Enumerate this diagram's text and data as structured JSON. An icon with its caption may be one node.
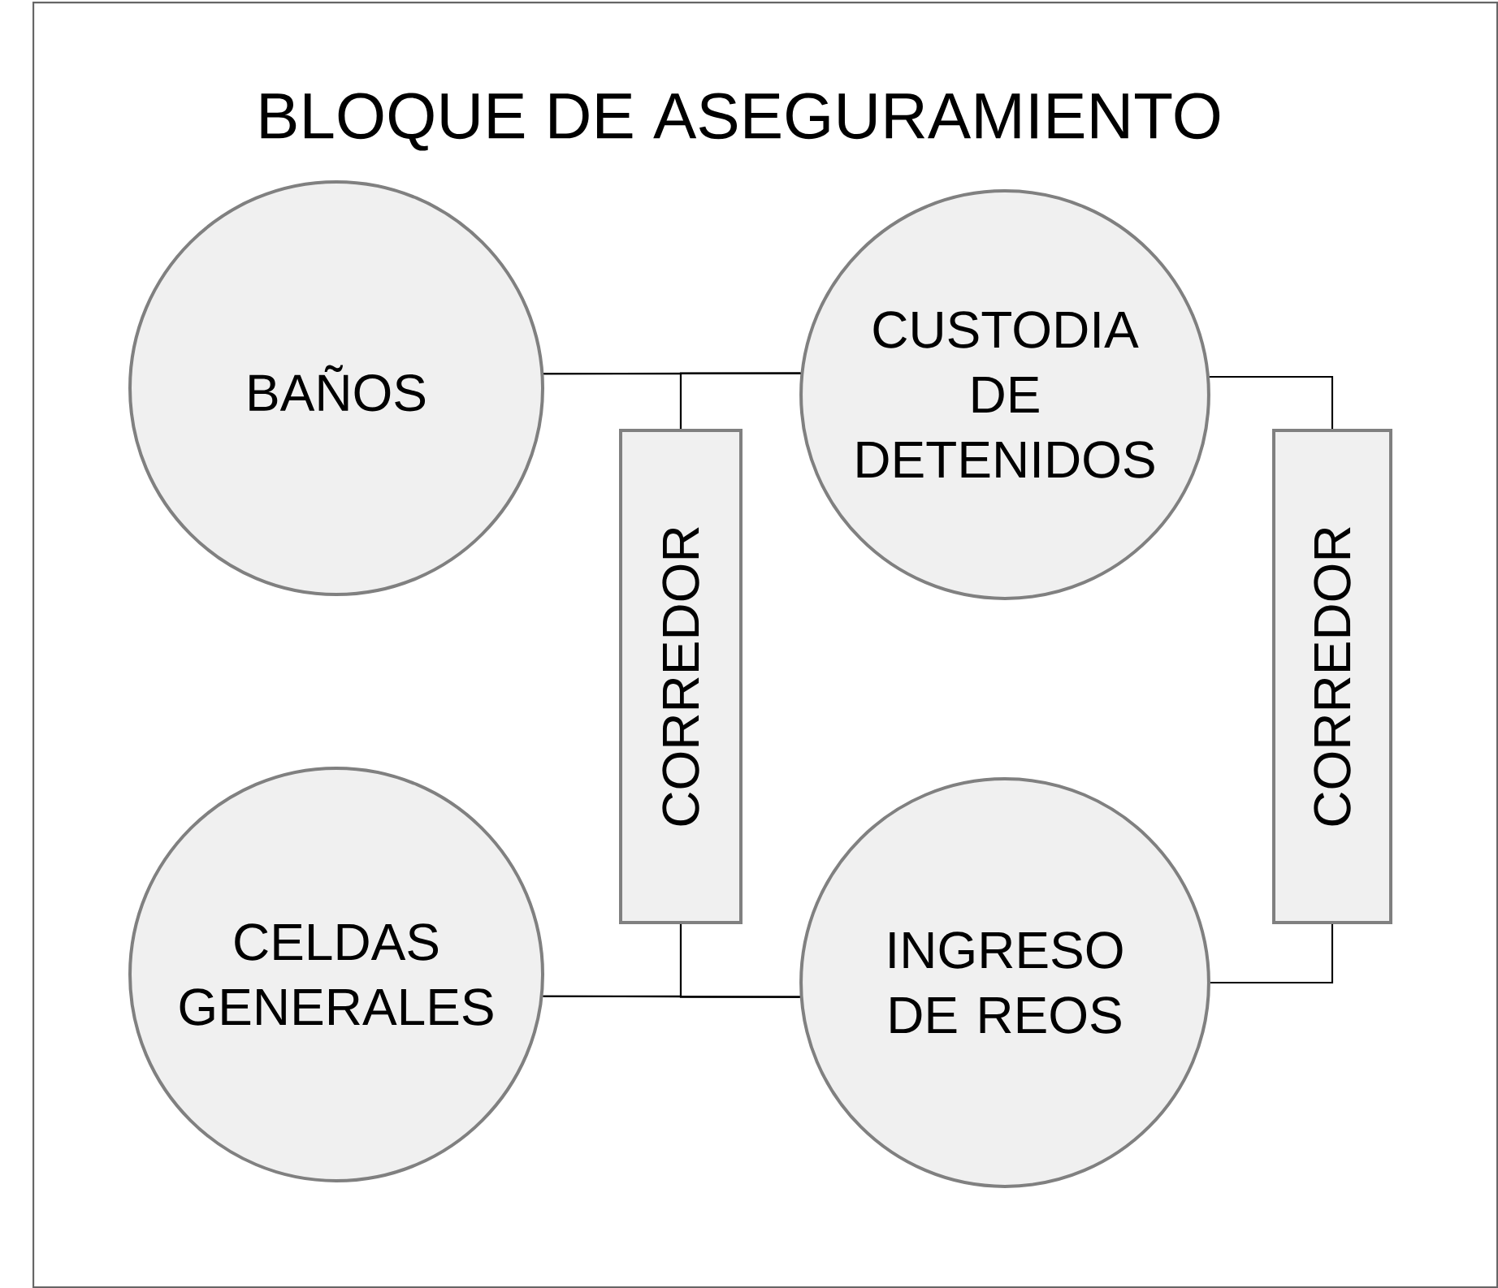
{
  "diagram": {
    "nodes": [
      {
        "text": [
          "BLOQUE DE ASEGURAMIENTO"
        ]
      },
      {
        "text": [
          "BAÑOS"
        ],
        "in": 0
      },
      {
        "text": [
          "CORREDOR"
        ],
        "in": 0
      },
      {
        "text": [
          "CUSTODIA DE DETENIDOS"
        ],
        "in": 0
      },
      {
        "text": [
          "CORREDOR"
        ],
        "in": 0
      },
      {
        "text": [
          "CELDAS GENERALES"
        ],
        "in": 0
      },
      {
        "text": [
          "INGRESO DE REOS"
        ],
        "in": 0
      }
    ],
    "edges": [
      {
        "from": 1,
        "to": 3,
        "arrow": "none"
      },
      {
        "from": 1,
        "to": 2,
        "arrow": "none"
      },
      {
        "from": 3,
        "to": 2,
        "arrow": "none"
      },
      {
        "from": 3,
        "to": 4,
        "arrow": "none"
      },
      {
        "from": 5,
        "to": 6,
        "arrow": "none"
      },
      {
        "from": 5,
        "to": 2,
        "arrow": "none"
      },
      {
        "from": 6,
        "to": 2,
        "arrow": "none"
      },
      {
        "from": 6,
        "to": 4,
        "arrow": "none"
      }
    ]
  }
}
